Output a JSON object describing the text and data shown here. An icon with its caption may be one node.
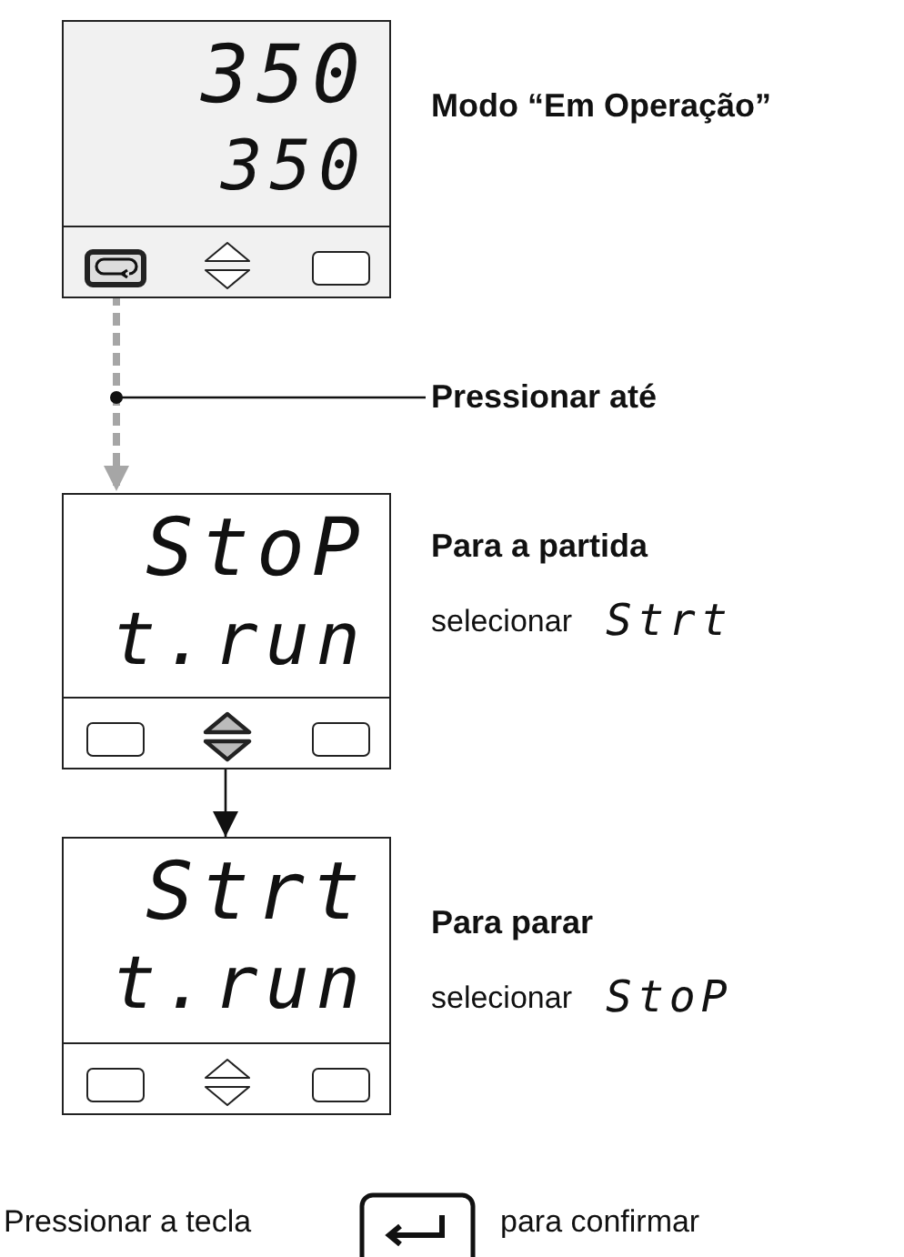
{
  "diagram": {
    "nodes": [
      {
        "text": [
          "350",
          "350"
        ],
        "beside": [
          "Modo “Em Operação”"
        ]
      },
      {
        "text": [
          "StoP",
          "t.run"
        ],
        "beside": [
          "Para a partida",
          "selecionar",
          "Strt"
        ]
      },
      {
        "text": [
          "Strt",
          "t.run"
        ],
        "beside": [
          "Para parar",
          "selecionar",
          "StoP"
        ]
      },
      {
        "text": [
          "Pressionar até"
        ]
      }
    ],
    "edges": [
      {
        "from": 0,
        "to": 1,
        "arrow": "to",
        "style": "dashed",
        "color": "#a6a6a6"
      },
      {
        "from": 3,
        "to": null,
        "arrow": "other"
      },
      {
        "from": 1,
        "to": 2,
        "arrow": "to"
      }
    ],
    "labels": [
      "Pressionar a tecla",
      "para confirmar"
    ]
  }
}
